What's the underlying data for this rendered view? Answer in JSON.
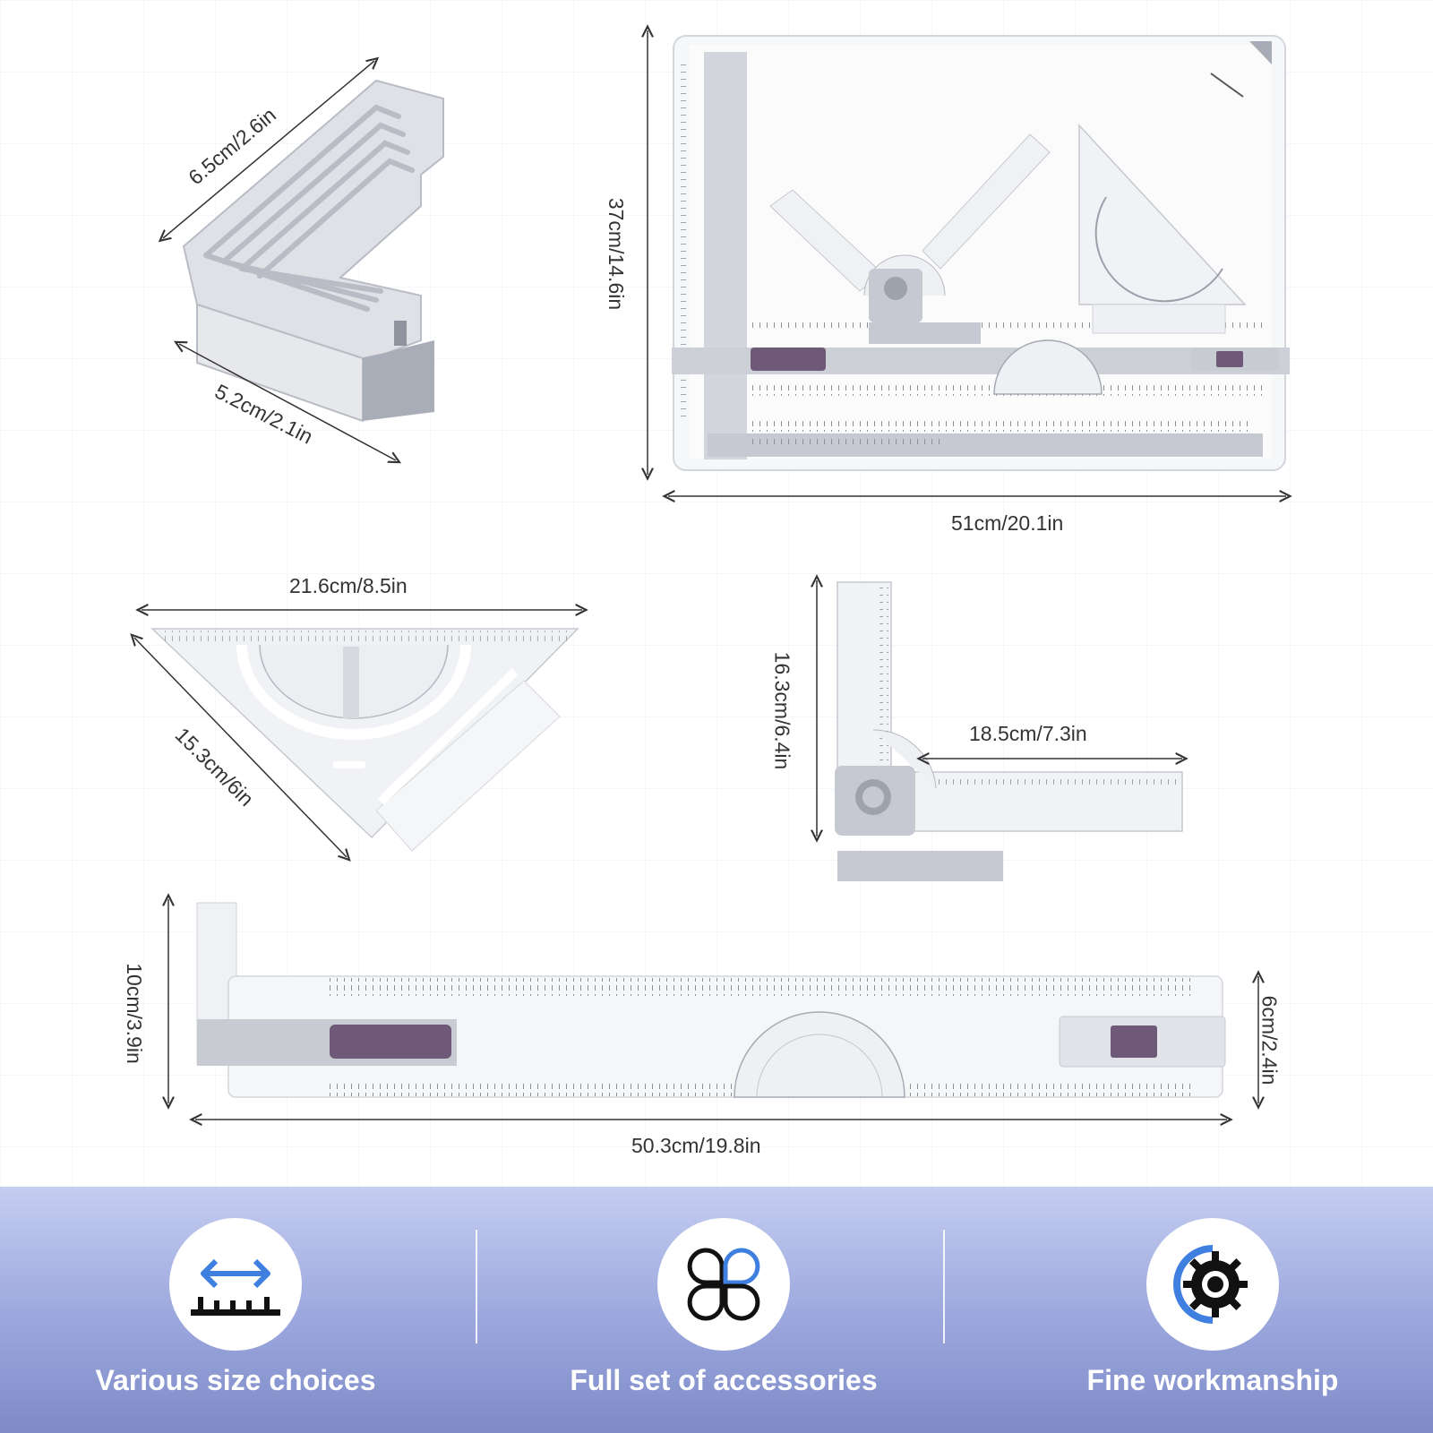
{
  "dimensions": {
    "holder_width": "6.5cm/2.6in",
    "holder_depth": "5.2cm/2.1in",
    "board_height": "37cm/14.6in",
    "board_width": "51cm/20.1in",
    "triangle_width": "21.6cm/8.5in",
    "triangle_side": "15.3cm/6in",
    "square_height": "16.3cm/6.4in",
    "square_arm": "18.5cm/7.3in",
    "bar_height": "10cm/3.9in",
    "bar_depth": "6cm/2.4in",
    "bar_length": "50.3cm/19.8in"
  },
  "features": [
    {
      "label": "Various size choices",
      "icon": "ruler-arrows-icon"
    },
    {
      "label": "Full set of accessories",
      "icon": "four-petal-icon"
    },
    {
      "label": "Fine workmanship",
      "icon": "gear-icon"
    }
  ],
  "colors": {
    "accent_blue": "#3f7fe0",
    "purple_knob": "#6e5a78",
    "band_top": "#c5cdf1",
    "band_bottom": "#7f8bc7"
  }
}
